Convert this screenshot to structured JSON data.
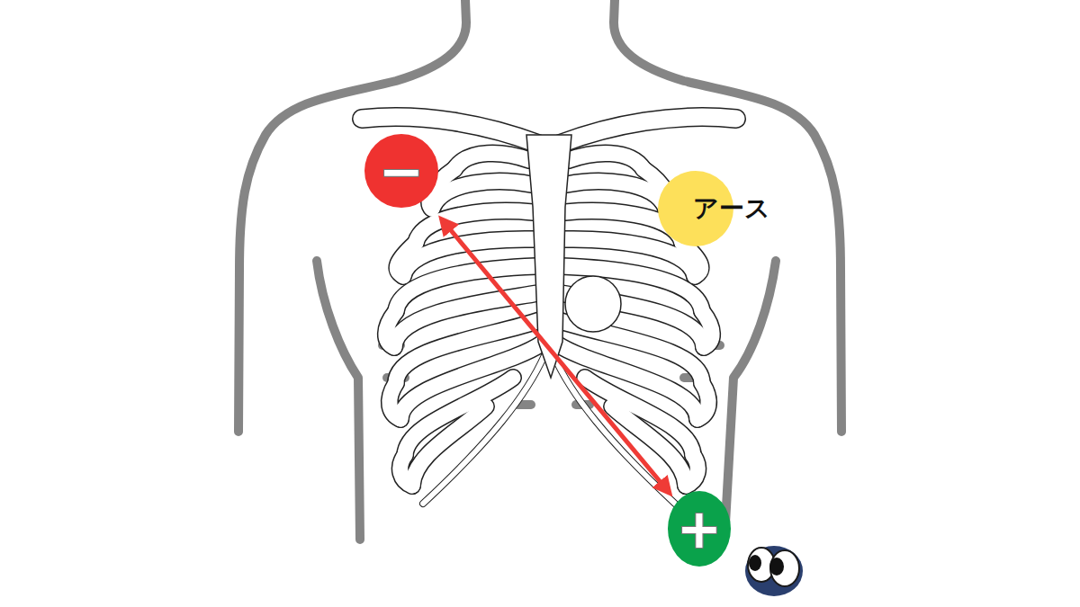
{
  "diagram": {
    "nodes": [
      {
        "text": [
          "−"
        ]
      },
      {
        "text": [
          "アース"
        ]
      },
      {
        "text": [
          "+"
        ]
      }
    ],
    "edges": [
      {
        "from": 0,
        "to": 2,
        "arrow": "both"
      }
    ]
  }
}
